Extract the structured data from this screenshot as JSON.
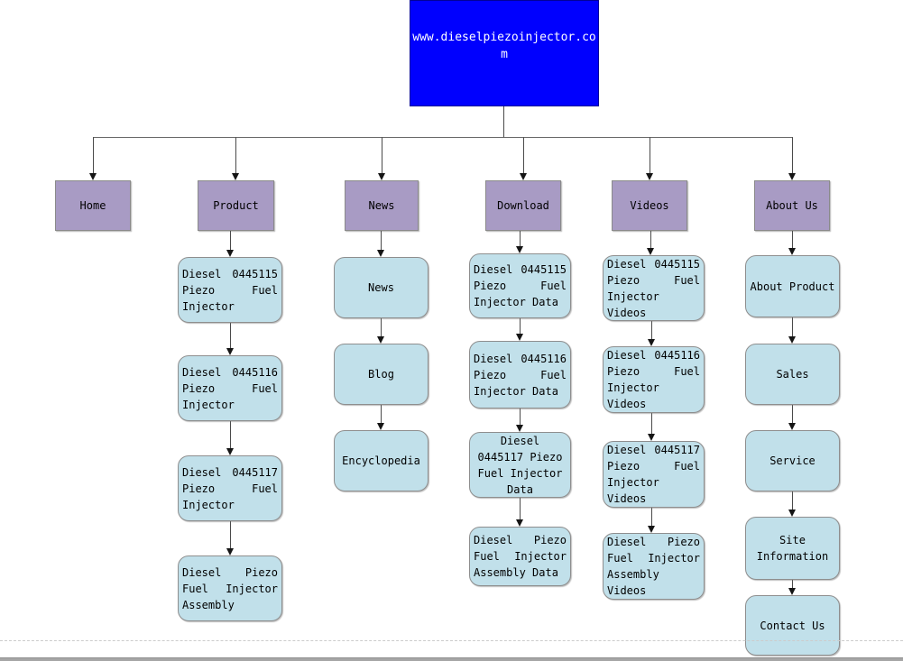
{
  "page": {
    "title_url": "www.dieselpiezoinjector.com"
  },
  "colors": {
    "root_fill": "#0000FE",
    "root_text": "#FFFFFF",
    "nav_fill": "#A89BC4",
    "child_fill": "#C1E0EA",
    "connector": "#4A4A4A"
  },
  "nav": [
    {
      "label": "Home",
      "children": []
    },
    {
      "label": "Product",
      "children": [
        {
          "label": "Diesel 0445115 Piezo Fuel Injector"
        },
        {
          "label": "Diesel 0445116 Piezo Fuel Injector"
        },
        {
          "label": "Diesel 0445117 Piezo Fuel Injector"
        },
        {
          "label": "Diesel Piezo Fuel Injector Assembly"
        }
      ]
    },
    {
      "label": "News",
      "children": [
        {
          "label": "News"
        },
        {
          "label": "Blog"
        },
        {
          "label": "Encyclopedia"
        }
      ]
    },
    {
      "label": "Download",
      "children": [
        {
          "label": "Diesel 0445115 Piezo Fuel Injector Data"
        },
        {
          "label": "Diesel 0445116 Piezo Fuel Injector Data"
        },
        {
          "label": "Diesel 0445117 Piezo Fuel Injector Data"
        },
        {
          "label": "Diesel Piezo Fuel Injector Assembly Data"
        }
      ]
    },
    {
      "label": "Videos",
      "children": [
        {
          "label": "Diesel 0445115 Piezo Fuel Injector Videos"
        },
        {
          "label": "Diesel 0445116 Piezo Fuel Injector Videos"
        },
        {
          "label": "Diesel 0445117 Piezo Fuel Injector Videos"
        },
        {
          "label": "Diesel Piezo Fuel Injector Assembly Videos"
        }
      ]
    },
    {
      "label": "About Us",
      "children": [
        {
          "label": "About Product"
        },
        {
          "label": "Sales"
        },
        {
          "label": "Service"
        },
        {
          "label": "Site Information"
        },
        {
          "label": "Contact Us"
        }
      ]
    }
  ]
}
